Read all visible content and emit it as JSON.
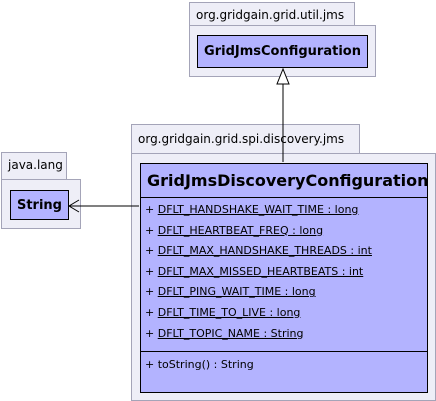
{
  "packages": {
    "util_jms": {
      "name": "org.gridgain.grid.util.jms",
      "class_name": "GridJmsConfiguration"
    },
    "spi_discovery_jms": {
      "name": "org.gridgain.grid.spi.discovery.jms"
    },
    "java_lang": {
      "name": "java.lang",
      "class_name": "String"
    }
  },
  "main_class": {
    "name": "GridJmsDiscoveryConfiguration",
    "attributes": [
      {
        "visibility": "+",
        "text": "DFLT_HANDSHAKE_WAIT_TIME : long"
      },
      {
        "visibility": "+",
        "text": "DFLT_HEARTBEAT_FREQ : long"
      },
      {
        "visibility": "+",
        "text": "DFLT_MAX_HANDSHAKE_THREADS : int"
      },
      {
        "visibility": "+",
        "text": "DFLT_MAX_MISSED_HEARTBEATS : int"
      },
      {
        "visibility": "+",
        "text": "DFLT_PING_WAIT_TIME : long"
      },
      {
        "visibility": "+",
        "text": "DFLT_TIME_TO_LIVE : long"
      },
      {
        "visibility": "+",
        "text": "DFLT_TOPIC_NAME : String"
      }
    ],
    "operations": [
      {
        "visibility": "+",
        "text": "toString() : String"
      }
    ]
  }
}
